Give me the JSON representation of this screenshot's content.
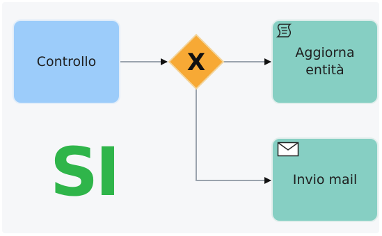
{
  "tasks": {
    "controllo": {
      "label": "Controllo",
      "color": "#9cccfa"
    },
    "aggiorna": {
      "label": "Aggiorna\nentità",
      "color": "#86cfc3",
      "icon": "script-icon"
    },
    "invio_mail": {
      "label": "Invio mail",
      "color": "#86cfc3",
      "icon": "envelope-icon"
    }
  },
  "gateway": {
    "symbol": "X",
    "type": "exclusive-gateway",
    "color": "#f7a935"
  },
  "outcome": {
    "text": "SI",
    "color": "#2fb54a"
  }
}
